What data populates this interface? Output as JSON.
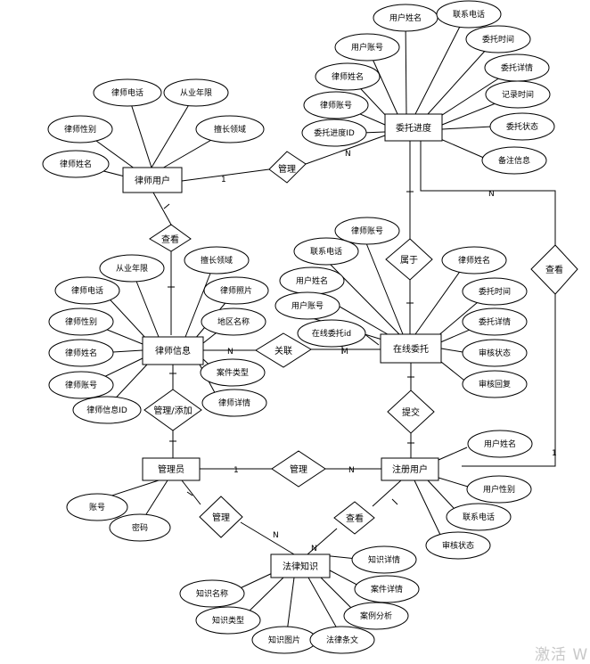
{
  "watermark": "激活 W",
  "entities": {
    "lawyer_user": "律师用户",
    "lawyer_info": "律师信息",
    "admin": "管理员",
    "entrust_progress": "委托进度",
    "online_entrust": "在线委托",
    "registered_user": "注册用户",
    "legal_knowledge": "法律知识"
  },
  "relationships": {
    "manage_1": "管理",
    "view_1": "查看",
    "belong": "属于",
    "view_2": "查看",
    "associate": "关联",
    "manage_add": "管理/添加",
    "submit": "提交",
    "manage_2": "管理",
    "manage_3": "管理",
    "view_3": "查看"
  },
  "attributes": {
    "lu_phone": "律师电话",
    "lu_years": "从业年限",
    "lu_gender": "律师性别",
    "lu_field": "擅长领域",
    "lu_name": "律师姓名",
    "ep_username": "用户姓名",
    "ep_phone": "联系电话",
    "ep_account": "用户账号",
    "ep_time": "委托时间",
    "ep_lname": "律师姓名",
    "ep_detail": "委托详情",
    "ep_record": "记录时间",
    "ep_laccount": "律师账号",
    "ep_id": "委托进度ID",
    "ep_status": "委托状态",
    "ep_remark": "备注信息",
    "oe_laccount": "律师账号",
    "oe_phone": "联系电话",
    "oe_lname": "律师姓名",
    "oe_uname": "用户姓名",
    "oe_time": "委托时间",
    "oe_uaccount": "用户账号",
    "oe_detail": "委托详情",
    "oe_id": "在线委托id",
    "oe_astatus": "审核状态",
    "oe_reply": "审核回复",
    "li_years": "从业年限",
    "li_field": "擅长领域",
    "li_phone": "律师电话",
    "li_photo": "律师照片",
    "li_gender": "律师性别",
    "li_region": "地区名称",
    "li_name": "律师姓名",
    "li_case": "案件类型",
    "li_account": "律师账号",
    "li_detail": "律师详情",
    "li_id": "律师信息ID",
    "ad_account": "账号",
    "ad_password": "密码",
    "ru_name": "用户姓名",
    "ru_gender": "用户性别",
    "ru_phone": "联系电话",
    "ru_status": "审核状态",
    "lk_detail": "知识详情",
    "lk_name": "知识名称",
    "lk_case": "案件详情",
    "lk_type": "知识类型",
    "lk_analysis": "案例分析",
    "lk_image": "知识图片",
    "lk_law": "法律条文"
  },
  "cardinality": {
    "one": "1",
    "many": "N",
    "many_m": "M"
  }
}
